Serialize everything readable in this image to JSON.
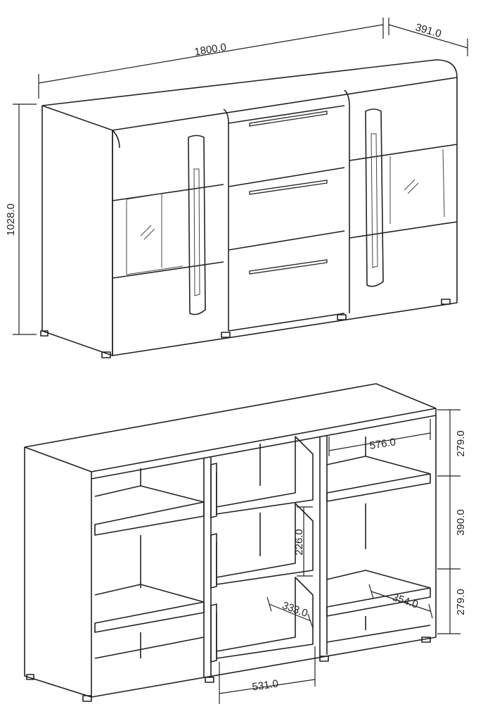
{
  "drawings": {
    "closed_view": {
      "dimensions": {
        "width": "1800.0",
        "depth": "391.0",
        "height": "1028.0"
      }
    },
    "open_view": {
      "dimensions": {
        "side_shelf_width": "576.0",
        "top_compartment": "279.0",
        "middle_compartment": "390.0",
        "bottom_compartment": "279.0",
        "drawer_height": "226.0",
        "drawer_depth": "333.0",
        "shelf_depth": "354.0",
        "drawer_width": "531.0"
      }
    }
  },
  "colors": {
    "line": "#222222",
    "background": "#ffffff"
  }
}
